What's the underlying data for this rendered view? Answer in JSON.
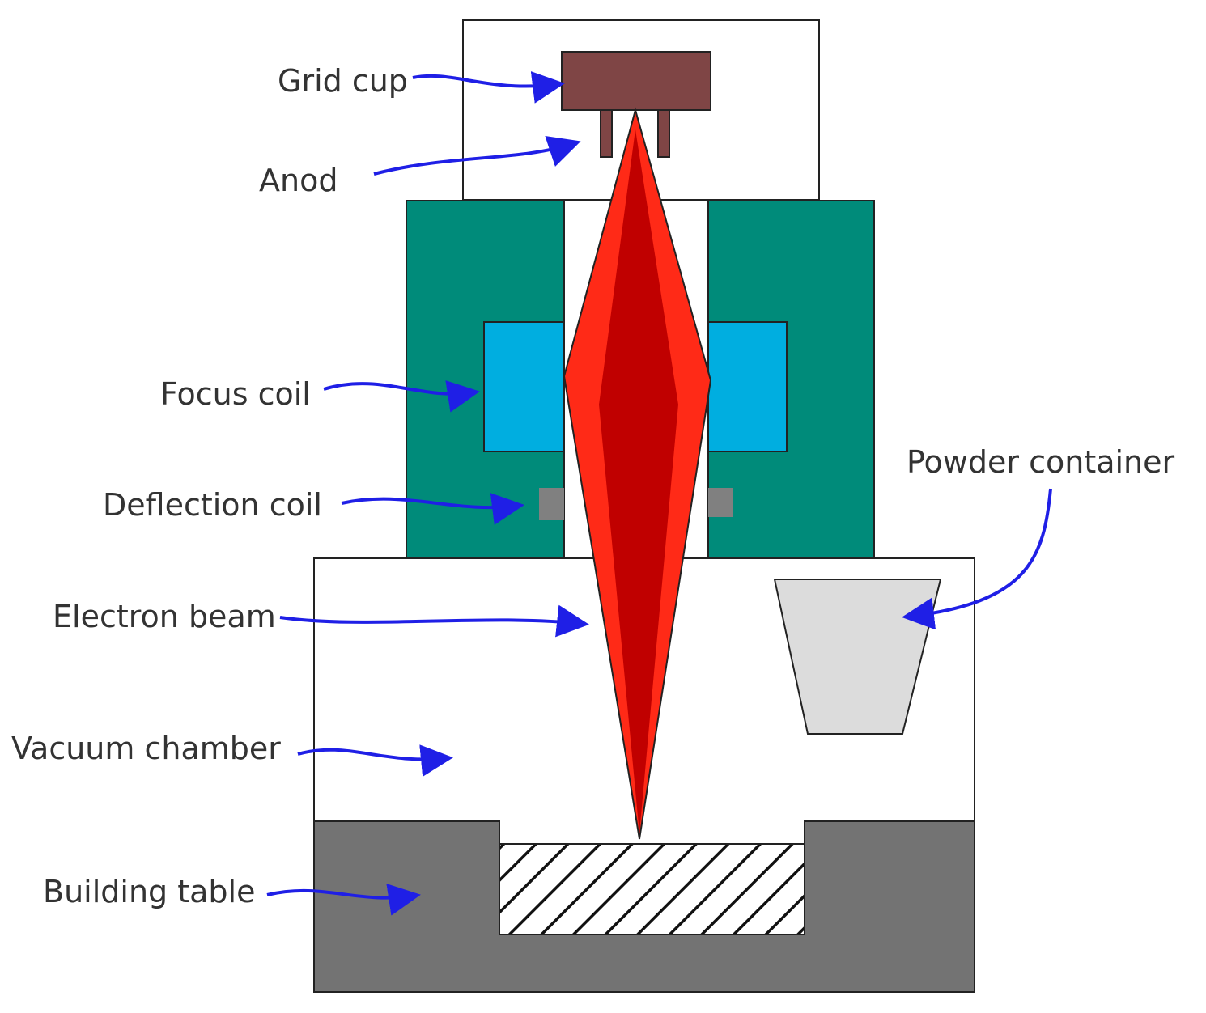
{
  "labels": {
    "grid_cup": "Grid cup",
    "anode": "Anod",
    "focus_coil": "Focus coil",
    "deflection_coil": "Deflection coil",
    "electron_beam": "Electron beam",
    "vacuum_chamber": "Vacuum chamber",
    "building_table": "Building table",
    "powder_container": "Powder container"
  },
  "colors": {
    "gun_housing": "#ffffff",
    "grid_cup": "#7f4545",
    "column": "#008b7a",
    "focus_coil": "#00aee0",
    "deflection_coil": "#808080",
    "beam_outer": "#ff2a17",
    "beam_inner": "#c00000",
    "chamber": "#ffffff",
    "building_table": "#737373",
    "powder_container": "#dcdcdc",
    "arrow": "#1f1fe6",
    "outline": "#222222"
  }
}
